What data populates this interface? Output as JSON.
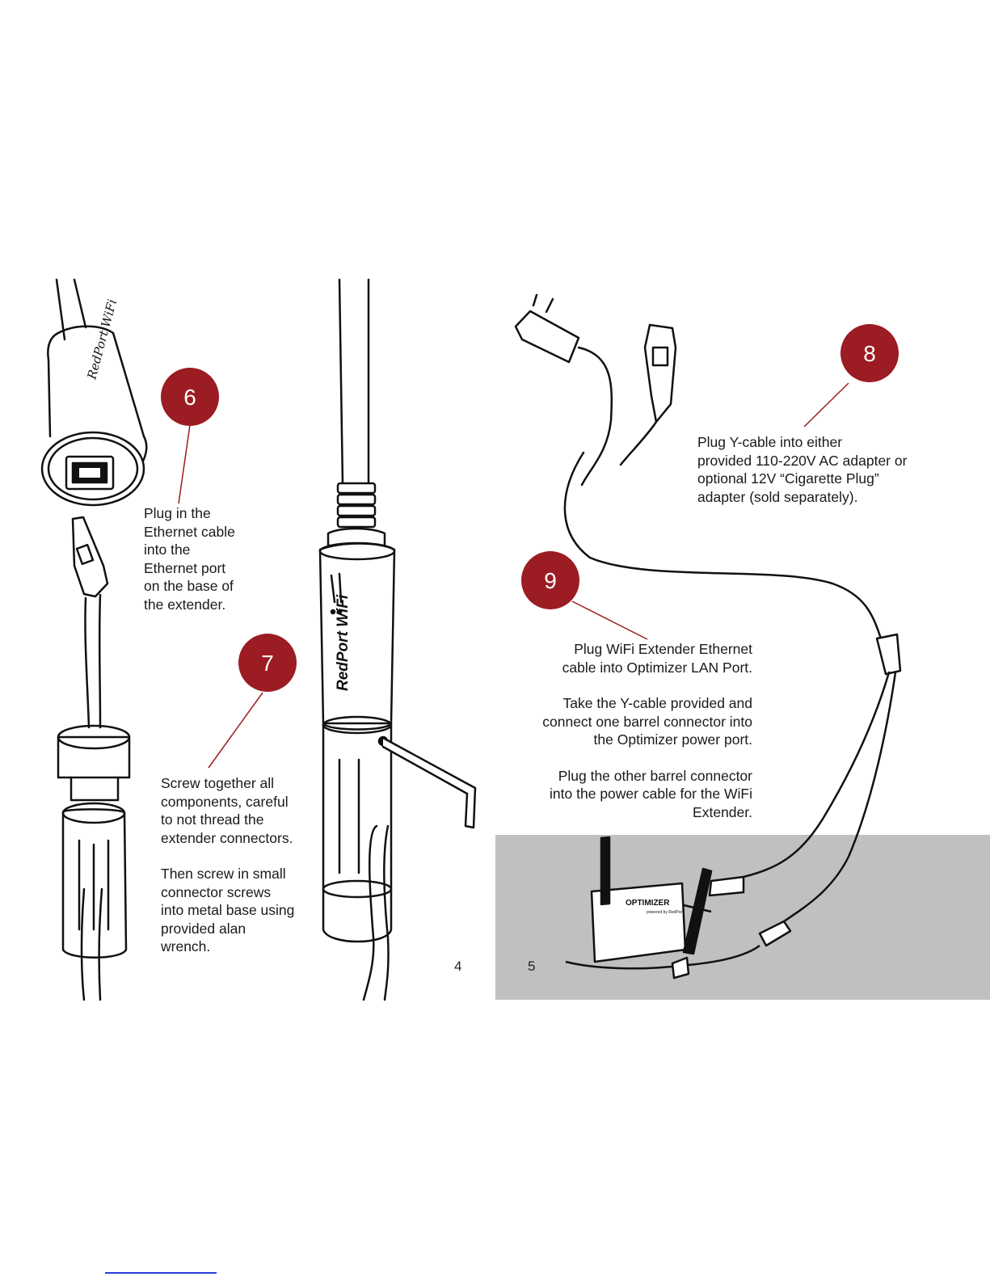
{
  "colors": {
    "badge": "#9b1c22",
    "leader": "#9b1c22",
    "gray_panel": "#c0c0c0",
    "ink": "#111111"
  },
  "badges": {
    "six": "6",
    "seven": "7",
    "eight": "8",
    "nine": "9"
  },
  "device_labels": {
    "extender_logo": "RedPort WiFi",
    "optimizer_logo": "OPTIMIZER",
    "optimizer_sub": "powered by RedPort"
  },
  "step6": {
    "lines": [
      "Plug in the",
      "Ethernet cable",
      "into the",
      "Ethernet port",
      "on the base of",
      "the extender."
    ]
  },
  "step7": {
    "para1": [
      "Screw together all",
      "components, careful",
      "to not thread the",
      "extender connectors."
    ],
    "para2": [
      "Then screw in small",
      "connector screws",
      "into metal base using",
      "provided alan",
      "wrench."
    ]
  },
  "step8": {
    "lines": [
      "Plug Y-cable into either",
      "provided 110-220V AC adapter or",
      "optional 12V “Cigarette Plug”",
      "adapter (sold separately)."
    ]
  },
  "step9": {
    "para1": [
      "Plug WiFi Extender Ethernet",
      "cable into Optimizer LAN Port."
    ],
    "para2": [
      "Take the Y-cable provided and",
      "connect one barrel connector into",
      "the Optimizer power port."
    ],
    "para3": [
      "Plug the other barrel connector",
      "into the power cable for the WiFi",
      "Extender."
    ]
  },
  "page_numbers": {
    "left": "4",
    "right": "5"
  }
}
